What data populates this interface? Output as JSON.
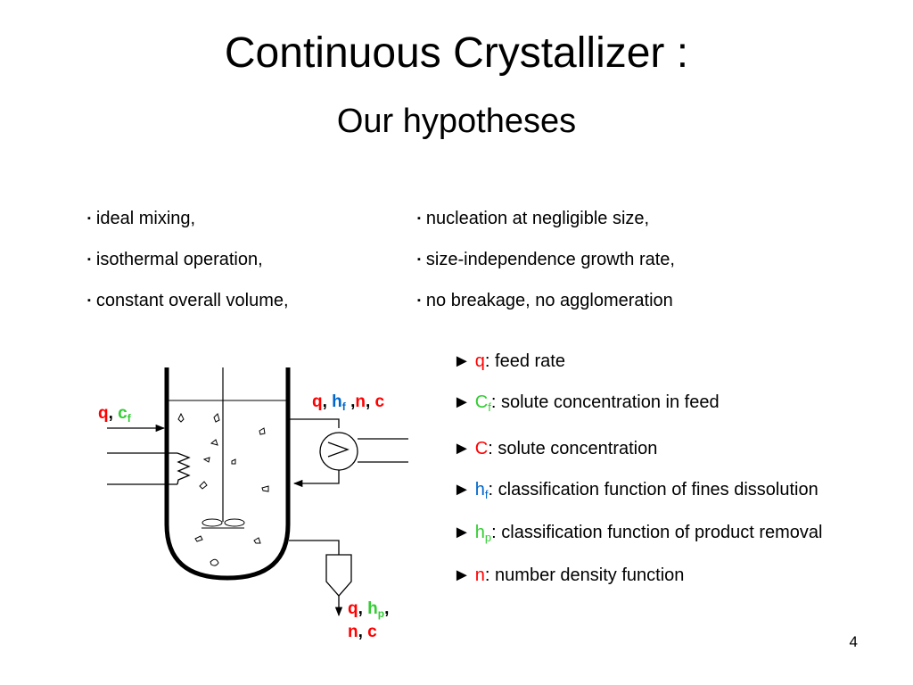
{
  "slide": {
    "title": "Continuous Crystallizer :",
    "subtitle": "Our hypotheses",
    "page_number": "4"
  },
  "hypotheses": {
    "marker": "▪",
    "left": [
      "ideal mixing,",
      "isothermal  operation,",
      "constant overall volume,"
    ],
    "right": [
      "nucleation at negligible size,",
      "size-independence growth rate,",
      "no breakage,  no agglomeration"
    ]
  },
  "definitions": {
    "marker": "►",
    "items": [
      {
        "sym": "q",
        "sub": "",
        "text": ":   feed rate"
      },
      {
        "sym": "C",
        "sub": "f",
        "text": ": solute concentration in feed"
      },
      {
        "sym": "C",
        "sub": "",
        "text": ": solute concentration"
      },
      {
        "sym": "h",
        "sub": "f",
        "text": ": classification function of fines dissolution"
      },
      {
        "sym": "h",
        "sub": "p",
        "text": ": classification function of product removal"
      },
      {
        "sym": "n",
        "sub": "",
        "text": ":  number density function"
      }
    ]
  },
  "diagram_labels": {
    "feed": {
      "q": "q",
      "sep": ",",
      "c": "c",
      "c_sub": "f"
    },
    "fines": {
      "q": "q",
      "sep1": ",",
      "h": "h",
      "h_sub": "f",
      "sep2": ",",
      "n": "n",
      "sep3": ",",
      "c": "c"
    },
    "product": {
      "q": "q",
      "sep1": ",",
      "h": "h",
      "h_sub": "p",
      "sep2": ",",
      "n": "n",
      "sep3": ",",
      "c": "c"
    }
  },
  "colors": {
    "red": "#ff0000",
    "blue": "#0066cc",
    "green": "#33cc33"
  }
}
